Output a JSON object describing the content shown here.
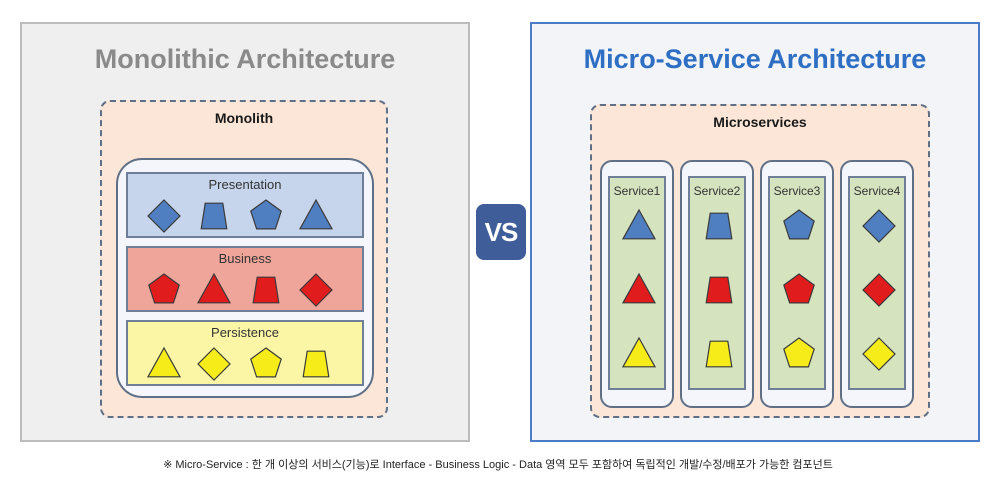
{
  "monolithic": {
    "title": "Monolithic Architecture",
    "container_label": "Monolith",
    "layers": [
      {
        "label": "Presentation",
        "shapes": [
          "diamond",
          "trapezoid",
          "pentagon",
          "triangle"
        ],
        "color": "#4f7fc0"
      },
      {
        "label": "Business",
        "shapes": [
          "pentagon",
          "triangle",
          "trapezoid",
          "diamond"
        ],
        "color": "#e01c1c"
      },
      {
        "label": "Persistence",
        "shapes": [
          "triangle",
          "diamond",
          "pentagon",
          "trapezoid"
        ],
        "color": "#f5ec1a"
      }
    ]
  },
  "vs_label": "VS",
  "microservice": {
    "title": "Micro-Service Architecture",
    "container_label": "Microservices",
    "services": [
      {
        "label": "Service1",
        "shapes": [
          "triangle",
          "triangle",
          "triangle"
        ]
      },
      {
        "label": "Service2",
        "shapes": [
          "trapezoid",
          "trapezoid",
          "trapezoid"
        ]
      },
      {
        "label": "Service3",
        "shapes": [
          "pentagon",
          "pentagon",
          "pentagon"
        ]
      },
      {
        "label": "Service4",
        "shapes": [
          "diamond",
          "diamond",
          "diamond"
        ]
      }
    ],
    "row_colors": [
      "#4f7fc0",
      "#e01c1c",
      "#f5ec1a"
    ]
  },
  "footnote": "※ Micro-Service : 한 개 이상의 서비스(기능)로 Interface - Business Logic - Data 영역 모두 포함하여 독립적인 개발/수정/배포가 가능한 컴포넌트"
}
